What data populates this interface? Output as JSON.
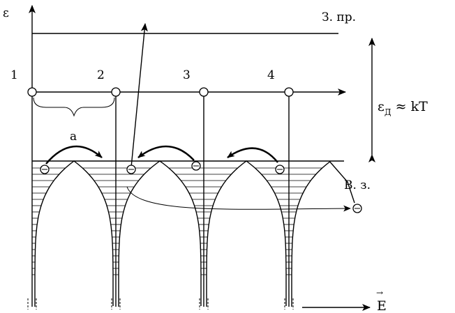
{
  "labels": {
    "energy_axis": "ε",
    "conduction_band": "З. пр.",
    "valence_band": "В. з.",
    "spacing": "a",
    "site_1": "1",
    "site_2": "2",
    "site_3": "3",
    "site_4": "4",
    "donor_energy_main": "ε",
    "donor_energy_sub": "Д",
    "donor_energy_rel": "≈ kT",
    "field_symbol": "E",
    "field_arrow_accent": "→"
  },
  "colors": {
    "stroke": "#000000",
    "background": "#ffffff",
    "electron_fill": "#ffffff"
  }
}
